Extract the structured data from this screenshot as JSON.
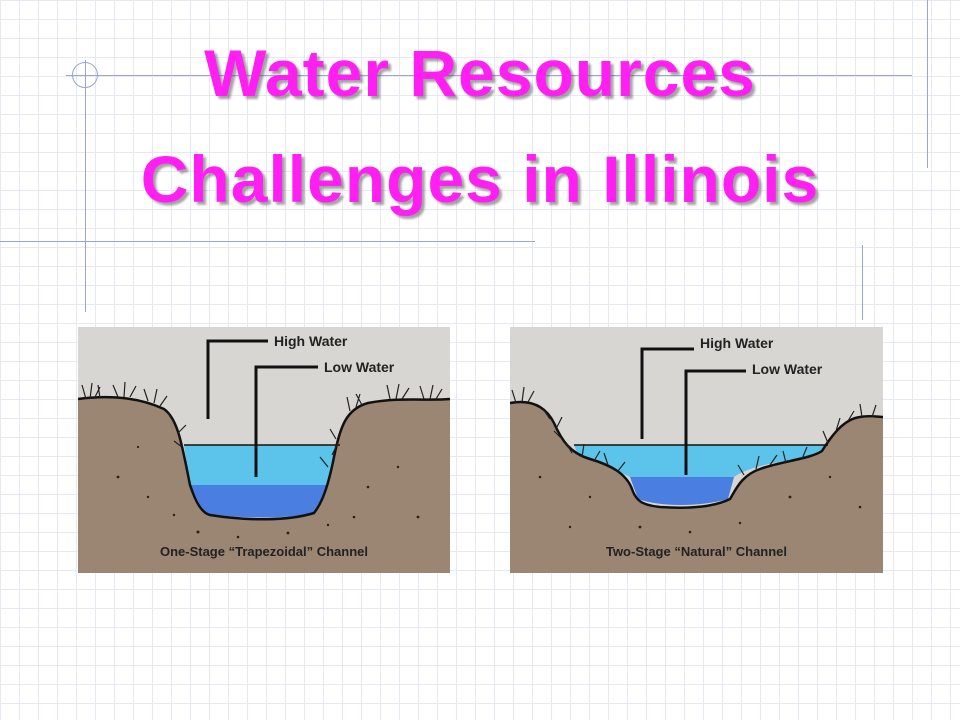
{
  "slide": {
    "title_line1": "Water Resources",
    "title_line2": "Challenges in Illinois"
  },
  "diagram": {
    "left": {
      "high_water_label": "High Water",
      "low_water_label": "Low Water",
      "caption": "One-Stage “Trapezoidal” Channel"
    },
    "right": {
      "high_water_label": "High Water",
      "low_water_label": "Low Water",
      "caption": "Two-Stage “Natural” Channel"
    }
  },
  "colors": {
    "title": "#ff1ff3",
    "soil": "#9a8672",
    "high_water": "#5cc4ea",
    "low_water": "#4a7ee0",
    "sky": "#d8d6d2",
    "grid": "#e6e8f4",
    "rule": "#9aa4d6"
  }
}
